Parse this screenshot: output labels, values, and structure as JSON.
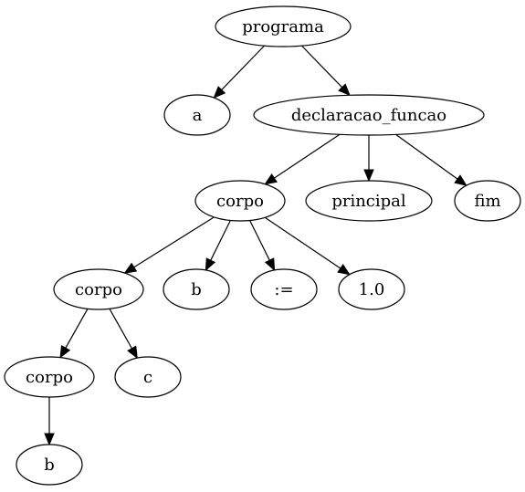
{
  "tree": {
    "nodes": [
      {
        "id": "n0",
        "label": "programa"
      },
      {
        "id": "n1",
        "label": "a"
      },
      {
        "id": "n2",
        "label": "declaracao_funcao"
      },
      {
        "id": "n3",
        "label": "corpo"
      },
      {
        "id": "n4",
        "label": "principal"
      },
      {
        "id": "n5",
        "label": "fim"
      },
      {
        "id": "n6",
        "label": "corpo"
      },
      {
        "id": "n7",
        "label": "b"
      },
      {
        "id": "n8",
        "label": ":="
      },
      {
        "id": "n9",
        "label": "1.0"
      },
      {
        "id": "n10",
        "label": "corpo"
      },
      {
        "id": "n11",
        "label": "c"
      },
      {
        "id": "n12",
        "label": "b"
      }
    ],
    "edges": [
      {
        "from": "n0",
        "to": "n1"
      },
      {
        "from": "n0",
        "to": "n2"
      },
      {
        "from": "n2",
        "to": "n3"
      },
      {
        "from": "n2",
        "to": "n4"
      },
      {
        "from": "n2",
        "to": "n5"
      },
      {
        "from": "n3",
        "to": "n6"
      },
      {
        "from": "n3",
        "to": "n7"
      },
      {
        "from": "n3",
        "to": "n8"
      },
      {
        "from": "n3",
        "to": "n9"
      },
      {
        "from": "n6",
        "to": "n10"
      },
      {
        "from": "n6",
        "to": "n11"
      },
      {
        "from": "n10",
        "to": "n12"
      }
    ]
  }
}
